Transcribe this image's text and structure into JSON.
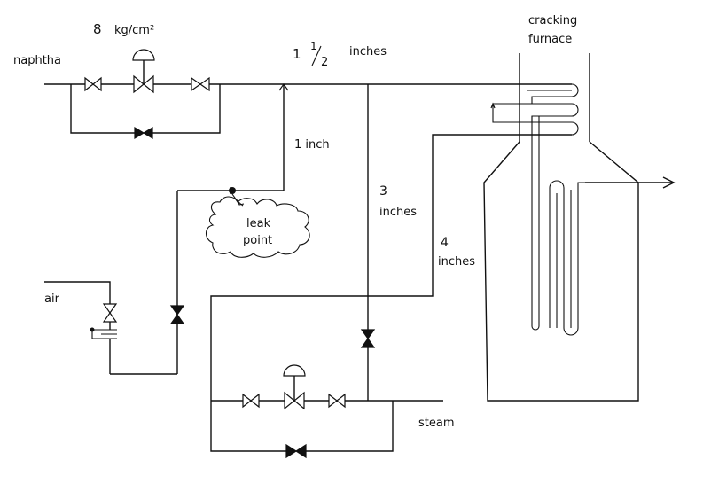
{
  "labels": {
    "pressure_value": "8",
    "pressure_unit": "kg/cm²",
    "naphtha": "naphtha",
    "size_main_whole": "1",
    "size_main_num": "1",
    "size_main_den": "2",
    "size_main_unit": "inches",
    "size_branch": "1 inch",
    "size_3_num": "3",
    "size_3_unit": "inches",
    "size_4_num": "4",
    "size_4_unit": "inches",
    "leak_line1": "leak",
    "leak_line2": "point",
    "air": "air",
    "steam": "steam",
    "furnace_line1": "cracking",
    "furnace_line2": "furnace"
  }
}
